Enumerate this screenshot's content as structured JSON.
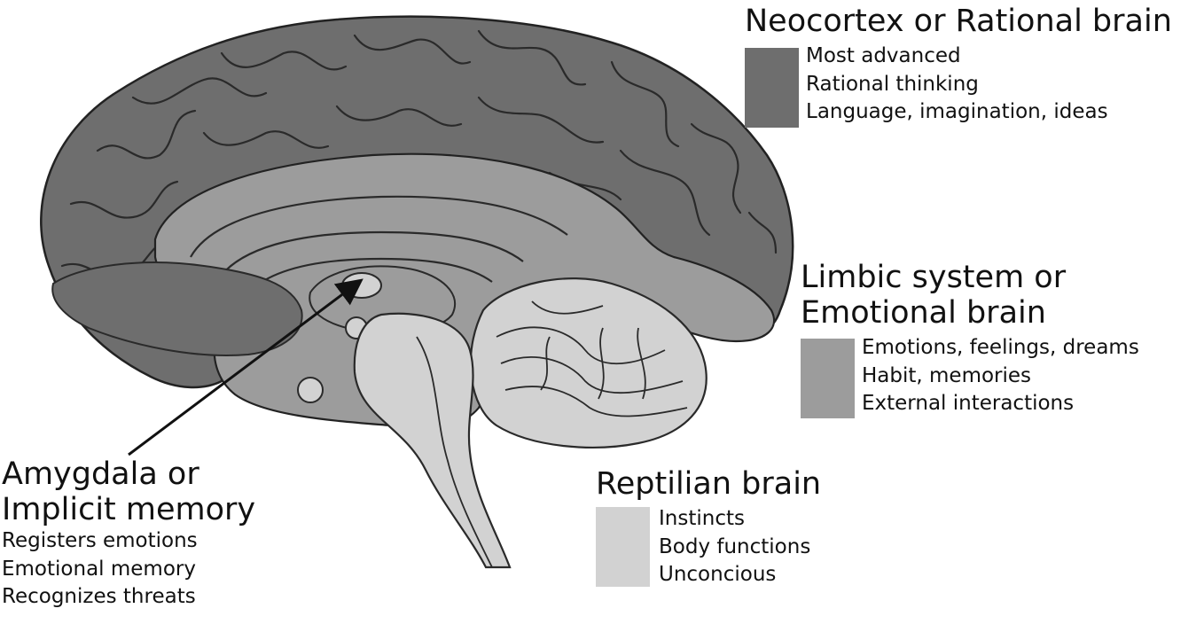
{
  "colors": {
    "neocortex": "#6e6e6e",
    "limbic": "#9c9c9c",
    "reptilian": "#d2d2d2",
    "outline": "#222222",
    "background": "#ffffff"
  },
  "legends": {
    "neocortex": {
      "title": "Neocortex or Rational brain",
      "items": [
        "Most advanced",
        "Rational thinking",
        "Language, imagination, ideas"
      ]
    },
    "limbic": {
      "title_line1": "Limbic system or",
      "title_line2": "Emotional brain",
      "items": [
        "Emotions, feelings, dreams",
        "Habit, memories",
        "External interactions"
      ]
    },
    "reptilian": {
      "title": "Reptilian brain",
      "items": [
        "Instincts",
        "Body functions",
        "Unconcious"
      ]
    },
    "amygdala": {
      "title_line1": "Amygdala or",
      "title_line2": "Implicit memory",
      "items": [
        "Registers emotions",
        "Emotional memory",
        "Recognizes threats"
      ]
    }
  }
}
